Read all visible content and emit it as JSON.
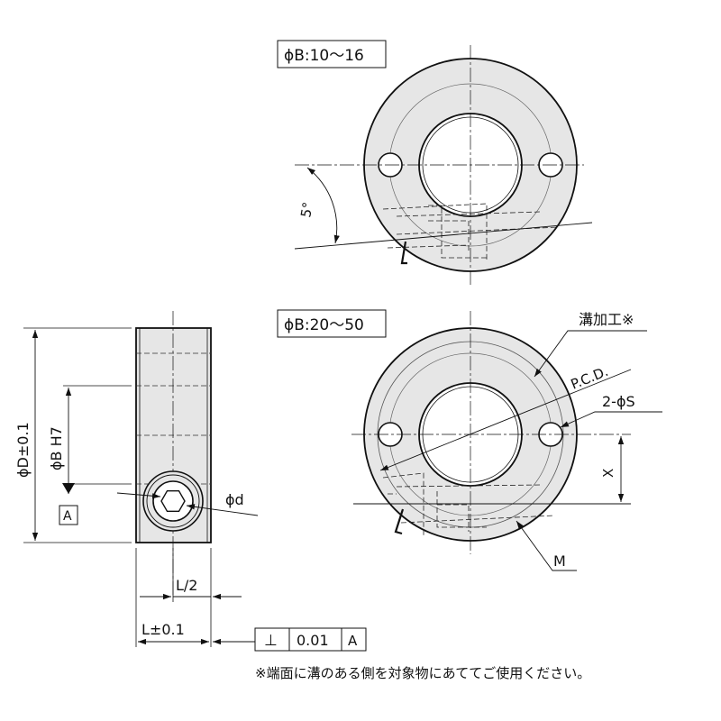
{
  "labels": {
    "top_view_range": "ϕB:10～16",
    "bottom_view_range": "ϕB:20～50",
    "angle": "5°",
    "groove": "溝加工※",
    "pcd": "P.C.D.",
    "holes": "2-ϕS",
    "x_dim": "X",
    "thread": "M",
    "outer_dia": "ϕD±0.1",
    "bore_dia": "ϕB H7",
    "datum": "A",
    "screw_dia": "ϕd",
    "half_length": "L/2",
    "length": "L±0.1",
    "tol_symbol": "⊥",
    "tol_value": "0.01",
    "tol_datum": "A",
    "footnote": "※端面に溝のある側を対象物にあててご使用ください。"
  },
  "colors": {
    "fill": "#e6e6e6",
    "line": "#111111"
  }
}
